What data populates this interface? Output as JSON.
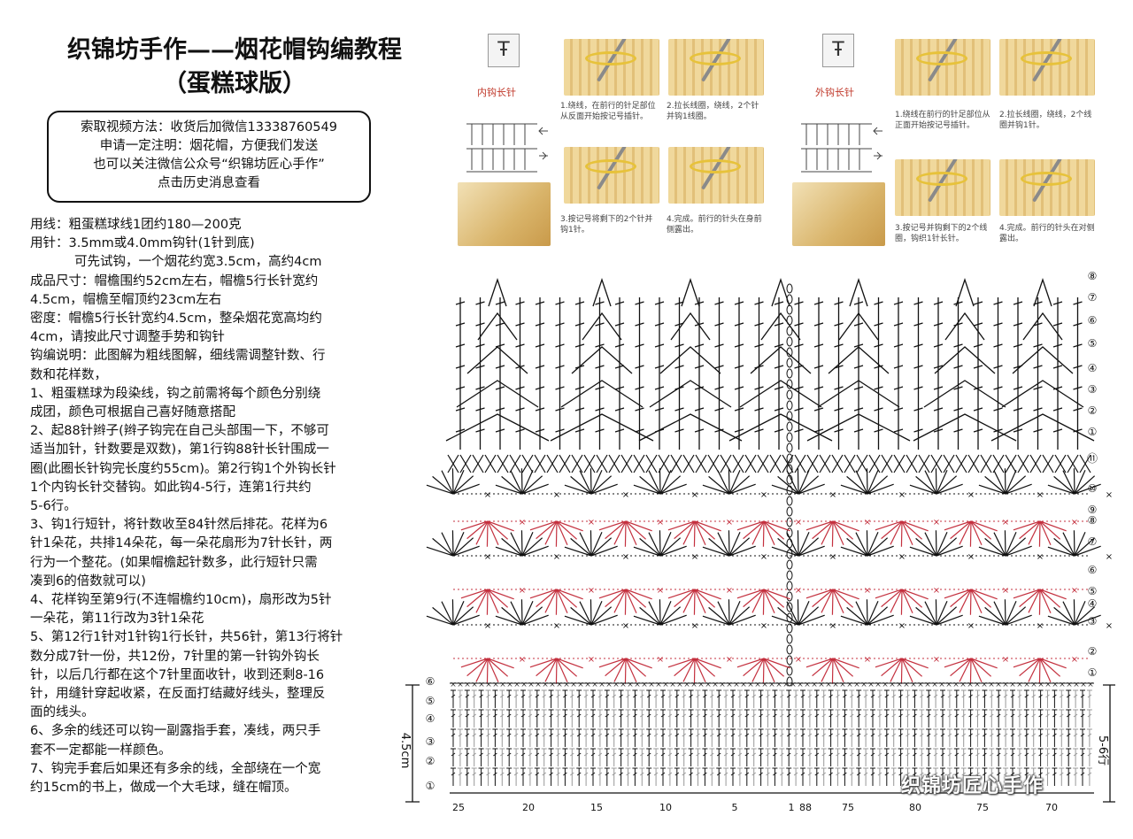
{
  "title": {
    "line1": "织锦坊手作——烟花帽钩编教程",
    "line2": "（蛋糕球版）"
  },
  "info_box": {
    "lines": [
      "索取视频方法：收货后加微信13338760549",
      "申请一定注明：烟花帽，方便我们发送",
      "也可以关注微信公众号“织锦坊匠心手作”",
      "点击历史消息查看"
    ]
  },
  "instructions": {
    "lines": [
      "用线：粗蛋糕球线1团约180—200克",
      "用针：3.5mm或4.0mm钩针(1针到底)",
      "可先试钩，一个烟花约宽3.5cm，高约4cm",
      "成品尺寸：帽檐围约52cm左右，帽檐5行长针宽约",
      "4.5cm，帽檐至帽顶约23cm左右",
      "密度：帽檐5行长针宽约4.5cm，整朵烟花宽高均约",
      "4cm，请按此尺寸调整手势和钩针",
      "钩编说明：此图解为粗线图解，细线需调整针数、行",
      "数和花样数，",
      "1、粗蛋糕球为段染线，钩之前需将每个颜色分别绕",
      "成团，颜色可根据自己喜好随意搭配",
      "2、起88针辫子(辫子钩完在自己头部围一下，不够可",
      "适当加针，针数要是双数)，第1行钩88针长针围成一",
      "圈(此圈长针钩完长度约55cm)。第2行钩1个外钩长针",
      "1个内钩长针交替钩。如此钩4-5行，连第1行共约",
      "5-6行。",
      "3、钩1行短针，将针数收至84针然后排花。花样为6",
      "针1朵花，共排14朵花，每一朵花扇形为7针长针，两",
      "行为一个整花。(如果帽檐起针数多，此行短针只需",
      "凑到6的倍数就可以)",
      "4、花样钩至第9行(不连帽檐约10cm)，扇形改为5针",
      "一朵花，第11行改为3针1朵花",
      "5、第12行1针对1针钩1行长针，共56针，第13行将针",
      "数分成7针一份，共12份，7针里的第一针钩外钩长",
      "针，以后几行都在这个7针里面收针，收到还剩8-16",
      "针，用缝针穿起收紧，在反面打结藏好线头，整理反",
      "面的线头。",
      "6、多余的线还可以钩一副露指手套，凑线，两只手",
      "套不一定都能一样颜色。",
      "7、钩完手套后如果还有多余的线，全部绕在一个宽",
      "约15cm的书上，做成一个大毛球，缝在帽顶。"
    ]
  },
  "panels": {
    "left": {
      "label": "内钩长针",
      "symbol": "Ŧ",
      "captions": [
        "1.绕线，在前行的针足部位从反面开始按记号插针。",
        "2.拉长线圈，绕线，2个针并钩1线圈。",
        "3.按记号将剩下的2个针并钩1针。",
        "4.完成。前行的针头在身前侧露出。"
      ]
    },
    "right": {
      "label": "外钩长针",
      "symbol": "Ŧ",
      "captions": [
        "1.绕线在前行的针足部位从正面开始按记号插针。",
        "2.拉长线圈，绕线，2个线圈并钩1针。",
        "3.按记号并钩剩下的2个线圈，钩织1针长针。",
        "4.完成。前行的针头在对侧露出。"
      ]
    }
  },
  "chart": {
    "colors": {
      "line": "#111111",
      "red": "#c4313f",
      "gray": "#999999"
    },
    "right_rows_top": [
      "⑧",
      "⑦",
      "⑥",
      "⑤",
      "④",
      "③",
      "②",
      "①",
      "⑪",
      "⑩",
      "⑨",
      "⑧",
      "⑦",
      "⑥",
      "⑤",
      "④",
      "③",
      "②",
      "①"
    ],
    "left_rows_brim": [
      "⑥",
      "⑤",
      "④",
      "③",
      "②",
      "①"
    ],
    "x_labels_left": [
      "25",
      "20",
      "15",
      "10",
      "5",
      "1"
    ],
    "x_labels_right": [
      "88",
      "75",
      "80",
      "75",
      "70"
    ],
    "height_left": "4.5cm",
    "height_right": "5-6行"
  },
  "watermark": "织锦坊匠心手作"
}
